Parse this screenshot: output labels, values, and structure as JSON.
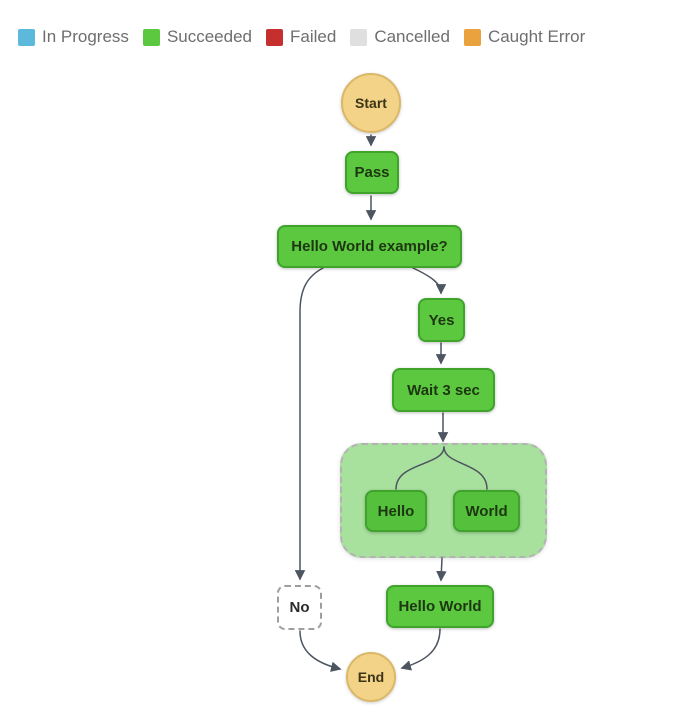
{
  "legend": {
    "items": [
      {
        "label": "In Progress",
        "color": "#5cb9db"
      },
      {
        "label": "Succeeded",
        "color": "#5bc83f"
      },
      {
        "label": "Failed",
        "color": "#c5302e"
      },
      {
        "label": "Cancelled",
        "color": "#dfdfdf"
      },
      {
        "label": "Caught Error",
        "color": "#eaa23e"
      }
    ]
  },
  "diagram": {
    "type": "state-machine-execution-graph",
    "nodes": {
      "start": {
        "label": "Start",
        "kind": "terminal"
      },
      "pass": {
        "label": "Pass",
        "status": "succeeded"
      },
      "choice": {
        "label": "Hello World example?",
        "status": "succeeded"
      },
      "yes": {
        "label": "Yes",
        "status": "succeeded"
      },
      "wait": {
        "label": "Wait 3 sec",
        "status": "succeeded"
      },
      "hello": {
        "label": "Hello",
        "status": "succeeded"
      },
      "world": {
        "label": "World",
        "status": "succeeded"
      },
      "no": {
        "label": "No",
        "status": "not-executed"
      },
      "hello_world": {
        "label": "Hello World",
        "status": "succeeded"
      },
      "end": {
        "label": "End",
        "kind": "terminal"
      }
    },
    "colors": {
      "terminal_fill": "#f2d388",
      "succeeded_fill": "#5bc83f",
      "succeeded_border": "#3fa32c",
      "parallel_container_fill": "#a8e09e",
      "edge": "#4d5560"
    }
  }
}
